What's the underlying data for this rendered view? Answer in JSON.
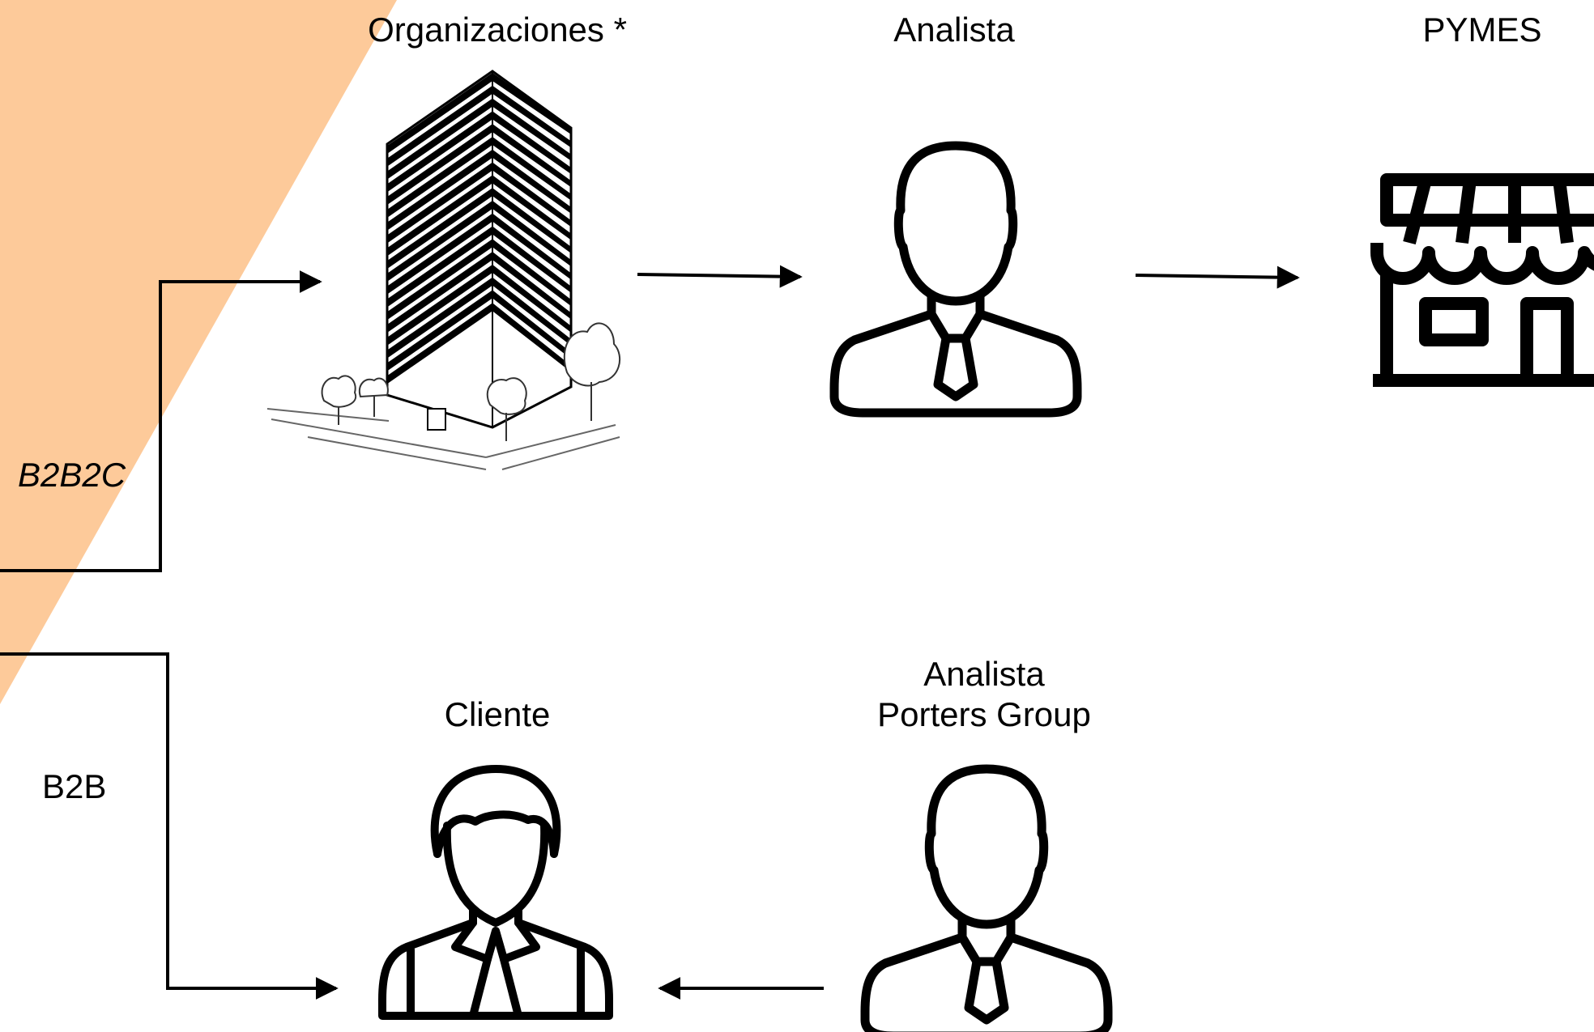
{
  "colors": {
    "accent_band": "#FDCA9A",
    "ink": "#000000",
    "background": "#FFFFFF"
  },
  "labels": {
    "organizaciones": "Organizaciones *",
    "analista_top": "Analista",
    "pymes": "PYMES",
    "cliente": "Cliente",
    "analista_porters_line1": "Analista",
    "analista_porters_line2": "Porters Group",
    "b2b2c": "B2B2C",
    "b2b": "B2B"
  },
  "icons": {
    "organizaciones": "office-building-icon",
    "analista_top": "businessman-icon",
    "pymes": "storefront-icon",
    "cliente": "client-person-icon",
    "analista_porters": "businessman-icon"
  }
}
